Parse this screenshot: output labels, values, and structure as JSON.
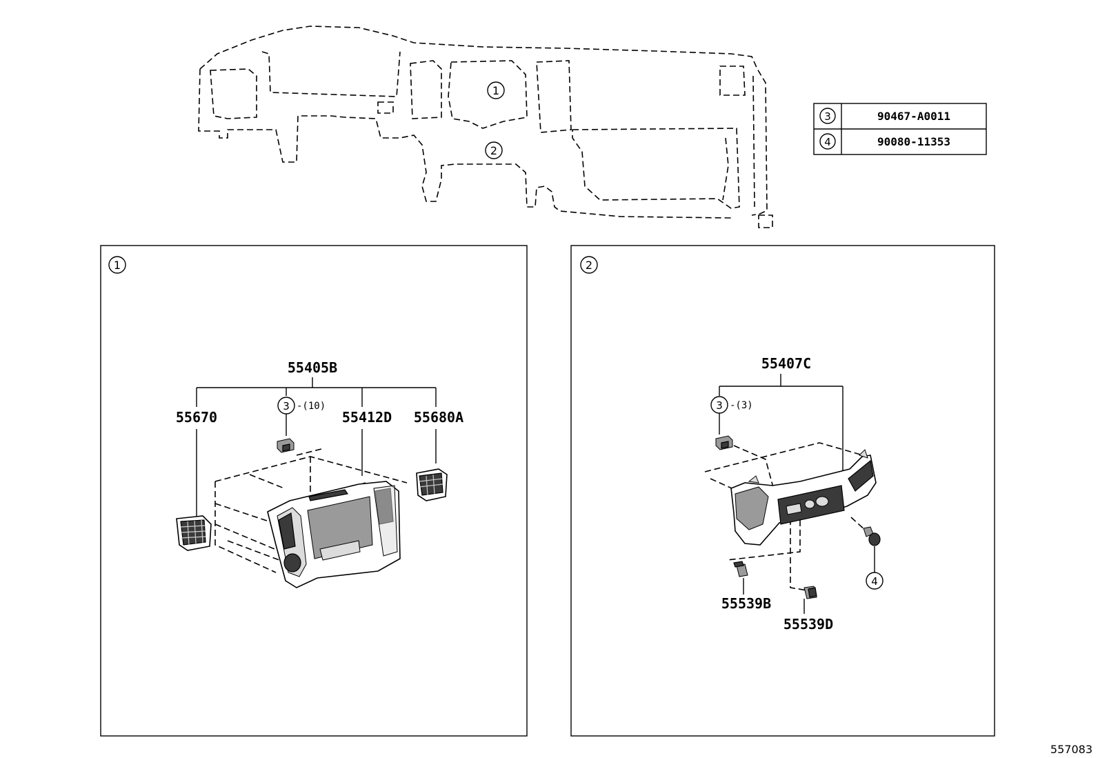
{
  "overview": {
    "callout_1": "1",
    "callout_2": "2"
  },
  "parts_table": {
    "rows": [
      {
        "ref": "3",
        "part_number": "90467-A0011"
      },
      {
        "ref": "4",
        "part_number": "90080-11353"
      }
    ]
  },
  "panel_1": {
    "number": "1",
    "assembly_label": "55405B",
    "labels": {
      "left_vent": "55670",
      "center_panel": "55412D",
      "right_vent": "55680A"
    },
    "clip_ref": "3",
    "clip_qty": "-(10)"
  },
  "panel_2": {
    "number": "2",
    "assembly_label": "55407C",
    "clip_ref": "3",
    "clip_qty": "-(3)",
    "labels": {
      "clip_b": "55539B",
      "clip_d": "55539D"
    },
    "screw_ref": "4"
  },
  "footer": {
    "illustration_id": "557083"
  }
}
